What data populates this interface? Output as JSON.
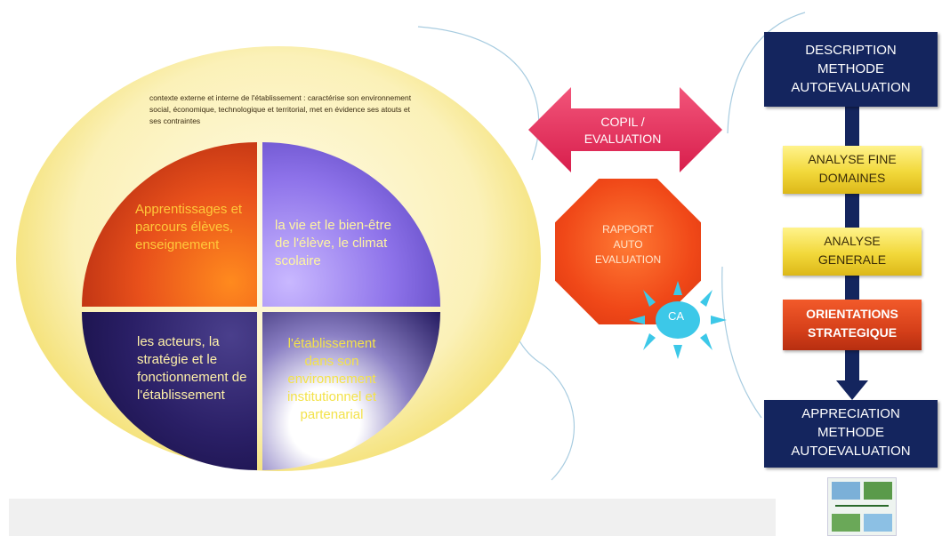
{
  "context_text": "contexte externe et interne de l'établissement : caractérise son environnement social, économique, technologique et territorial, met en évidence ses atouts et ses contraintes",
  "quadrants": {
    "q1": "Apprentissages et parcours élèves, enseignement",
    "q2": "la vie et le bien-être de l'élève, le climat scolaire",
    "q3": "les acteurs, la stratégie et le fonctionnement de l'établissement",
    "q4": "l'établissement dans son environnement institutionnel et partenarial"
  },
  "arrow": {
    "line1": "COPIL /",
    "line2": "EVALUATION"
  },
  "rapport": {
    "line1": "RAPPORT",
    "line2": "AUTO",
    "line3": "EVALUATION"
  },
  "ca_label": "CA",
  "steps": {
    "description": [
      "DESCRIPTION",
      "METHODE",
      "AUTOEVALUATION"
    ],
    "analyse_fine": [
      "ANALYSE FINE",
      "DOMAINES"
    ],
    "analyse_generale": [
      "ANALYSE",
      "GENERALE"
    ],
    "orientations": [
      "ORIENTATIONS",
      "STRATEGIQUE"
    ],
    "appreciation": [
      "APPRECIATION",
      "METHODE",
      "AUTOEVALUATION"
    ]
  },
  "colors": {
    "navy": "#14255e",
    "yellow_box": "#f2d83a",
    "orange_box": "#d6401a",
    "arrow_pink": "#e8325e",
    "octagon_orange": "#f04818",
    "sun_cyan": "#3cc8e8"
  }
}
